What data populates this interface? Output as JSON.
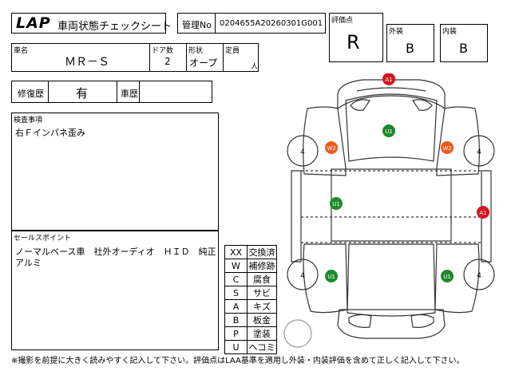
{
  "header": {
    "logo_text": "LAP",
    "title": "車両状態チェックシート",
    "mgmt_label": "管理No",
    "mgmt_value": "0204655A20260301G001"
  },
  "grades": {
    "overall_label": "評価点",
    "overall_value": "R",
    "exterior_label": "外装",
    "exterior_value": "B",
    "interior_label": "内装",
    "interior_value": "B"
  },
  "vehicle": {
    "name_label": "車名",
    "name_value": "ＭＲ－Ｓ",
    "doors_label": "ドア数",
    "doors_value": "2",
    "shape_label": "形状",
    "shape_value": "オープ",
    "capacity_label": "定員",
    "capacity_unit": "人"
  },
  "history": {
    "repair_label": "修復歴",
    "repair_value": "有",
    "car_history_label": "車歴",
    "car_history_value": ""
  },
  "inspection": {
    "label": "検査事項",
    "text": "右Ｆインパネ歪み"
  },
  "sales": {
    "label": "セールスポイント",
    "line1": "ノーマルベース車　社外オーディオ　ＨＩＤ　純正",
    "line2": "アルミ"
  },
  "legend": [
    {
      "code": "XX",
      "meaning": "交換済"
    },
    {
      "code": "W",
      "meaning": "補修跡"
    },
    {
      "code": "C",
      "meaning": "腐食"
    },
    {
      "code": "S",
      "meaning": "サビ"
    },
    {
      "code": "A",
      "meaning": "キズ"
    },
    {
      "code": "B",
      "meaning": "板金"
    },
    {
      "code": "P",
      "meaning": "塗装"
    },
    {
      "code": "U",
      "meaning": "ヘコミ"
    }
  ],
  "footer_note": "※撮影を前提に大きく読みやすく記入して下さい。評価点はLAA基準を適用し外装・内装評価を含めて正しく記入して下さい。",
  "diagram": {
    "colors": {
      "red": "#d6161c",
      "orange": "#ea5a1c",
      "green": "#1d8a2a"
    },
    "tire_number": "4",
    "markers": [
      {
        "id": "a1-front",
        "code": "A1",
        "color": "red"
      },
      {
        "id": "u1-hood",
        "code": "U1",
        "color": "green"
      },
      {
        "id": "w2-left",
        "code": "W2",
        "color": "orange"
      },
      {
        "id": "w2-right",
        "code": "W2",
        "color": "orange"
      },
      {
        "id": "u1-left-side",
        "code": "U1",
        "color": "green"
      },
      {
        "id": "a1-right-side",
        "code": "A1",
        "color": "red"
      },
      {
        "id": "u1-rear-left",
        "code": "U1",
        "color": "green"
      },
      {
        "id": "u1-rear-right",
        "code": "U1",
        "color": "green"
      }
    ]
  }
}
